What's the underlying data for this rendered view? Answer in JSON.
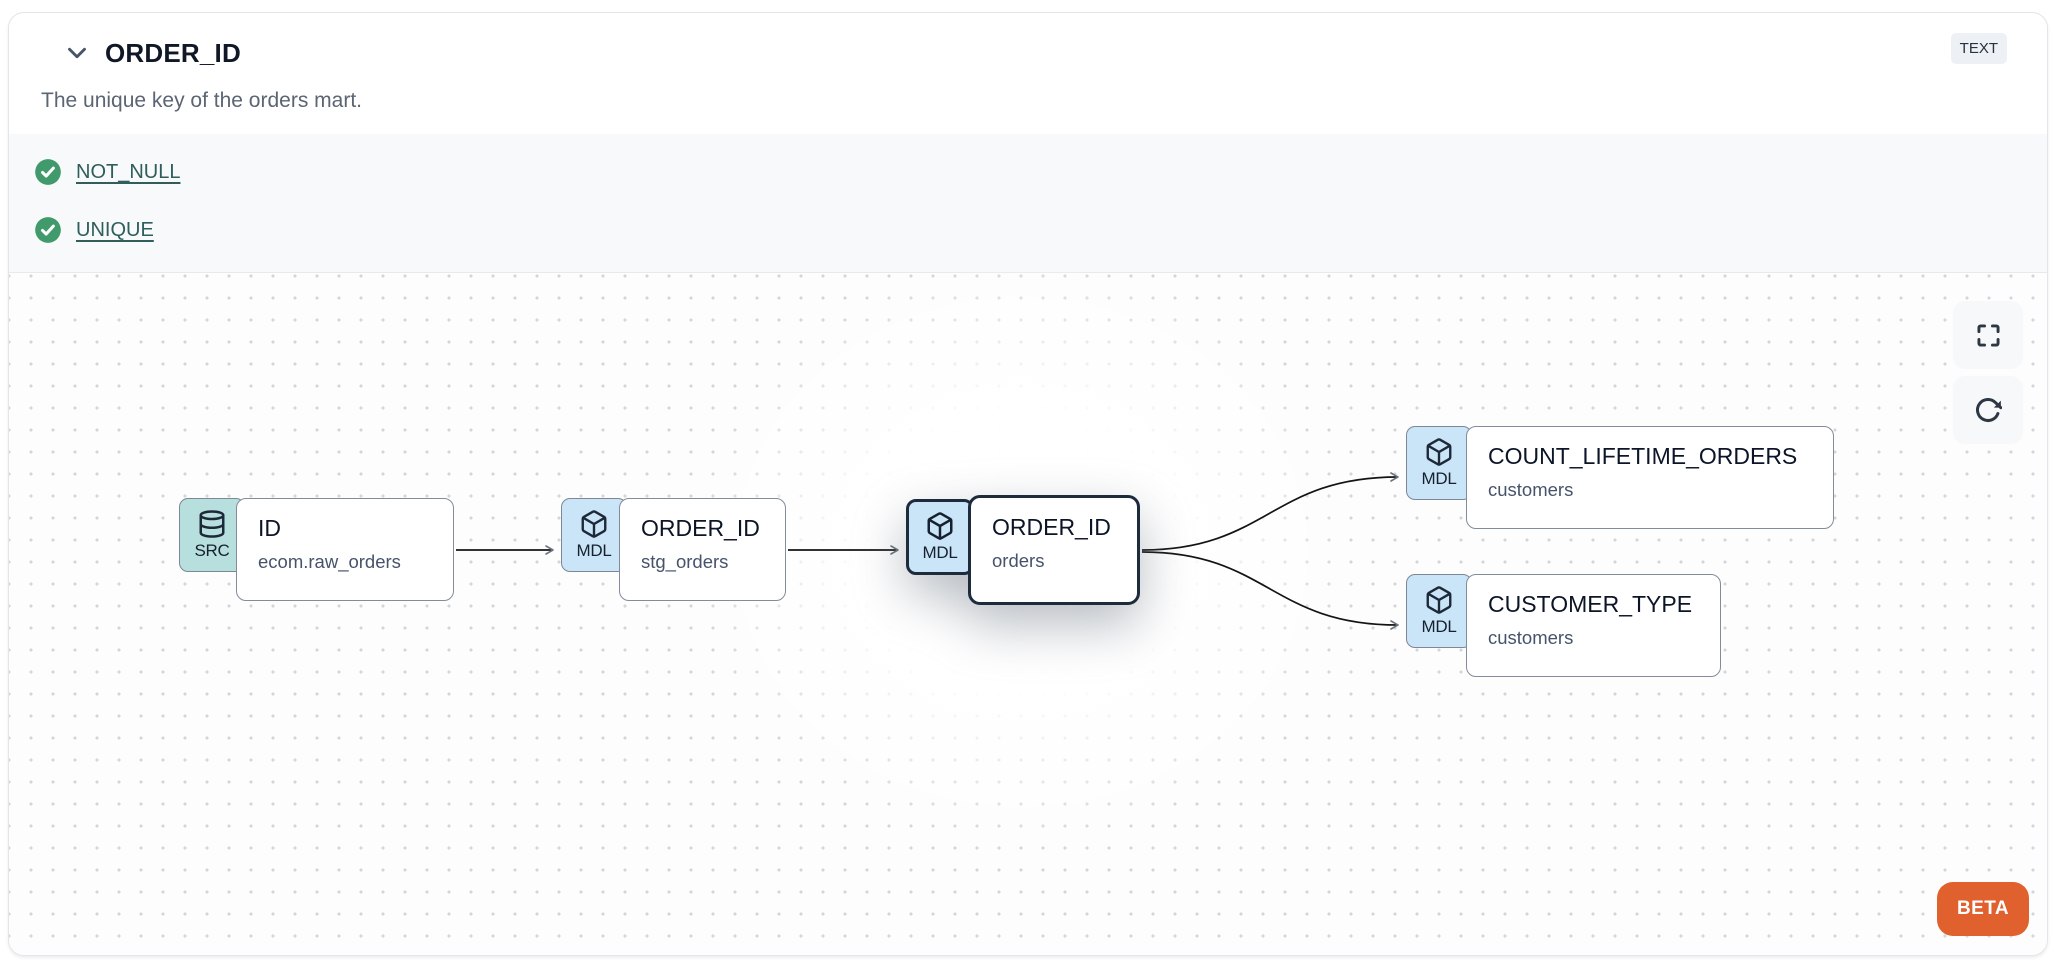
{
  "header": {
    "title": "ORDER_ID",
    "type_badge": "TEXT",
    "description": "The unique key of the orders mart."
  },
  "tests": [
    {
      "label": "NOT_NULL",
      "status": "passed"
    },
    {
      "label": "UNIQUE",
      "status": "passed"
    }
  ],
  "lineage": {
    "nodes": [
      {
        "badge": "SRC",
        "icon": "database-icon",
        "title": "ID",
        "subtitle": "ecom.raw_orders",
        "selected": false
      },
      {
        "badge": "MDL",
        "icon": "cube-icon",
        "title": "ORDER_ID",
        "subtitle": "stg_orders",
        "selected": false
      },
      {
        "badge": "MDL",
        "icon": "cube-icon",
        "title": "ORDER_ID",
        "subtitle": "orders",
        "selected": true
      },
      {
        "badge": "MDL",
        "icon": "cube-icon",
        "title": "COUNT_LIFETIME_ORDERS",
        "subtitle": "customers",
        "selected": false
      },
      {
        "badge": "MDL",
        "icon": "cube-icon",
        "title": "CUSTOMER_TYPE",
        "subtitle": "customers",
        "selected": false
      }
    ],
    "edges": [
      {
        "from": "ID (ecom.raw_orders)",
        "to": "ORDER_ID (stg_orders)"
      },
      {
        "from": "ORDER_ID (stg_orders)",
        "to": "ORDER_ID (orders)"
      },
      {
        "from": "ORDER_ID (orders)",
        "to": "COUNT_LIFETIME_ORDERS (customers)"
      },
      {
        "from": "ORDER_ID (orders)",
        "to": "CUSTOMER_TYPE (customers)"
      }
    ],
    "beta_label": "BETA"
  },
  "colors": {
    "accent_orange": "#E0612E",
    "pass_green": "#419A6B",
    "test_link_teal": "#2F5E5B",
    "source_badge_bg": "#B7DFDE",
    "model_badge_bg": "#C9E5F7",
    "selected_border": "#1E2B3C"
  }
}
